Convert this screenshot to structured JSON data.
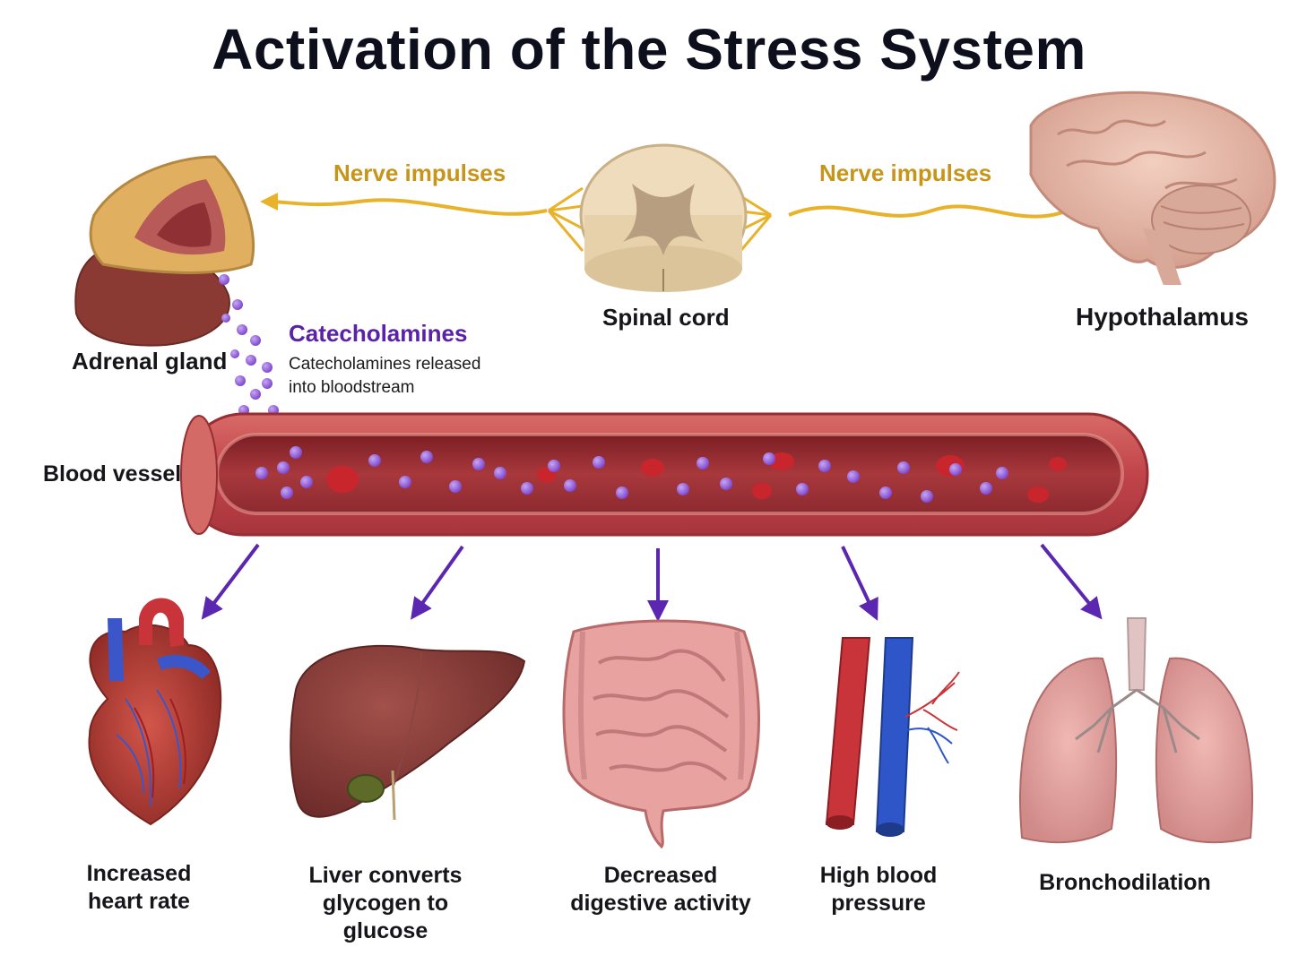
{
  "title": "Activation of the Stress System",
  "labels": {
    "adrenal_gland": "Adrenal gland",
    "spinal_cord": "Spinal cord",
    "hypothalamus": "Hypothalamus",
    "blood_vessel": "Blood vessel",
    "nerve_impulses_left": "Nerve impulses",
    "nerve_impulses_right": "Nerve impulses",
    "catecholamines_title": "Catecholamines",
    "catecholamines_desc": "Catecholamines released into bloodstream"
  },
  "outcomes": [
    {
      "label": "Increased heart rate",
      "organ": "heart"
    },
    {
      "label": "Liver converts glycogen to glucose",
      "organ": "liver"
    },
    {
      "label": "Decreased digestive activity",
      "organ": "intestines"
    },
    {
      "label": "High blood pressure",
      "organ": "blood-vessels"
    },
    {
      "label": "Bronchodilation",
      "organ": "lungs"
    }
  ],
  "colors": {
    "nerve": "#e8b22a",
    "catecholamine": "#8a55d6",
    "arrow": "#5b26b0",
    "vessel": "#c24a4a"
  }
}
